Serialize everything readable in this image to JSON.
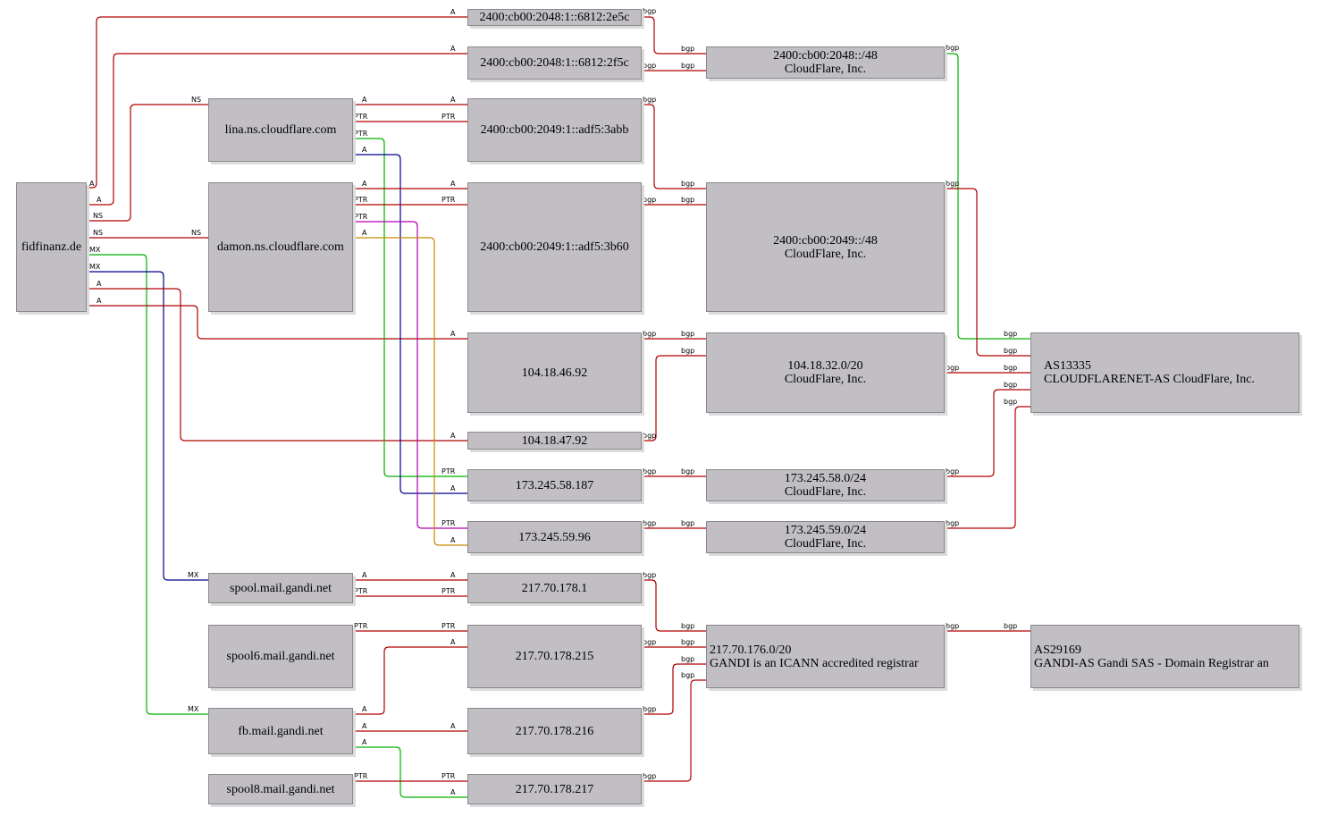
{
  "nodes": {
    "fidfinanz": {
      "label": "fidfinanz.de"
    },
    "lina": {
      "label": "lina.ns.cloudflare.com"
    },
    "damon": {
      "label": "damon.ns.cloudflare.com"
    },
    "spool": {
      "label": "spool.mail.gandi.net"
    },
    "spool6": {
      "label": "spool6.mail.gandi.net"
    },
    "fb": {
      "label": "fb.mail.gandi.net"
    },
    "spool8": {
      "label": "spool8.mail.gandi.net"
    },
    "ip_2e5c": {
      "label": "2400:cb00:2048:1::6812:2e5c"
    },
    "ip_2f5c": {
      "label": "2400:cb00:2048:1::6812:2f5c"
    },
    "ip_3abb": {
      "label": "2400:cb00:2049:1::adf5:3abb"
    },
    "ip_3b60": {
      "label": "2400:cb00:2049:1::adf5:3b60"
    },
    "ip_46_92": {
      "label": "104.18.46.92"
    },
    "ip_47_92": {
      "label": "104.18.47.92"
    },
    "ip_58_187": {
      "label": "173.245.58.187"
    },
    "ip_59_96": {
      "label": "173.245.59.96"
    },
    "ip_178_1": {
      "label": "217.70.178.1"
    },
    "ip_178_215": {
      "label": "217.70.178.215"
    },
    "ip_178_216": {
      "label": "217.70.178.216"
    },
    "ip_178_217": {
      "label": "217.70.178.217"
    },
    "net_2048": {
      "line1": "2400:cb00:2048::/48",
      "line2": "CloudFlare, Inc."
    },
    "net_2049": {
      "line1": "2400:cb00:2049::/48",
      "line2": "CloudFlare, Inc."
    },
    "net_104": {
      "line1": "104.18.32.0/20",
      "line2": "CloudFlare, Inc."
    },
    "net_58": {
      "line1": "173.245.58.0/24",
      "line2": "CloudFlare, Inc."
    },
    "net_59": {
      "line1": "173.245.59.0/24",
      "line2": "CloudFlare, Inc."
    },
    "net_gandi": {
      "line1": "217.70.176.0/20",
      "line2": "GANDI is an ICANN accredited registrar"
    },
    "as13335": {
      "line1": "AS13335",
      "line2": "CLOUDFLARENET-AS CloudFlare, Inc."
    },
    "as29169": {
      "line1": "AS29169",
      "line2": "GANDI-AS Gandi SAS - Domain Registrar an"
    }
  },
  "edge_labels": {
    "a": "A",
    "ns": "NS",
    "mx": "MX",
    "ptr": "PTR",
    "bgp": "bgp"
  },
  "colors": {
    "node_fill": "#c1bfc3",
    "node_border": "#8a888c",
    "edge_a": "#b00000",
    "edge_green": "#00b000",
    "edge_blue": "#000090",
    "edge_magenta": "#b000b0",
    "edge_orange": "#c88a00"
  }
}
